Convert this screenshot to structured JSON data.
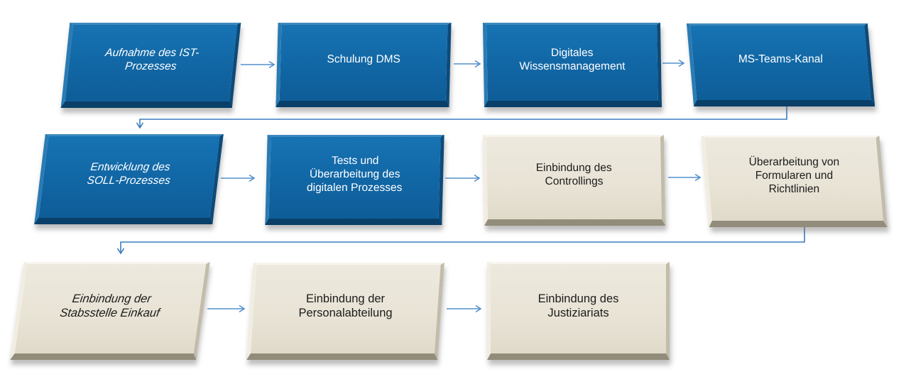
{
  "flowchart": {
    "nodes": [
      {
        "label": "Aufnahme des IST-\nProzesses",
        "fill": "blue",
        "text_style": "italic"
      },
      {
        "label": "Schulung DMS",
        "fill": "blue",
        "text_style": "regular"
      },
      {
        "label": "Digitales\nWissensmanagement",
        "fill": "blue",
        "text_style": "regular"
      },
      {
        "label": "MS-Teams-Kanal",
        "fill": "blue",
        "text_style": "regular"
      },
      {
        "label": "Entwicklung des\nSOLL-Prozesses",
        "fill": "blue",
        "text_style": "italic"
      },
      {
        "label": "Tests und\nÜberarbeitung des\ndigitalen Prozesses",
        "fill": "blue",
        "text_style": "regular"
      },
      {
        "label": "Einbindung des\nControllings",
        "fill": "cream",
        "text_style": "regular"
      },
      {
        "label": "Überarbeitung von\nFormularen und\nRichtlinien",
        "fill": "cream",
        "text_style": "regular"
      },
      {
        "label": "Einbindung der\nStabsstelle Einkauf",
        "fill": "cream",
        "text_style": "italic"
      },
      {
        "label": "Einbindung der\nPersonalabteilung",
        "fill": "cream",
        "text_style": "regular"
      },
      {
        "label": "Einbindung des\nJustiziariats",
        "fill": "cream",
        "text_style": "regular"
      }
    ],
    "edges": [
      {
        "from": 0,
        "to": 1,
        "type": "straight-arrow"
      },
      {
        "from": 1,
        "to": 2,
        "type": "straight-arrow"
      },
      {
        "from": 2,
        "to": 3,
        "type": "straight-arrow"
      },
      {
        "from": 3,
        "to": 4,
        "type": "elbow-arrow"
      },
      {
        "from": 4,
        "to": 5,
        "type": "straight-arrow"
      },
      {
        "from": 5,
        "to": 6,
        "type": "straight-arrow"
      },
      {
        "from": 6,
        "to": 7,
        "type": "straight-arrow"
      },
      {
        "from": 7,
        "to": 8,
        "type": "elbow-arrow"
      },
      {
        "from": 8,
        "to": 9,
        "type": "straight-arrow"
      },
      {
        "from": 9,
        "to": 10,
        "type": "straight-arrow"
      }
    ],
    "colors": {
      "blue_box": "#1167A6",
      "cream_box": "#EAE5D8",
      "arrow_blue": "#5590CC",
      "connector_blue": "#3A7DBD",
      "text_on_blue": "#FFFFFF",
      "text_on_cream": "#1C1C1C"
    }
  }
}
